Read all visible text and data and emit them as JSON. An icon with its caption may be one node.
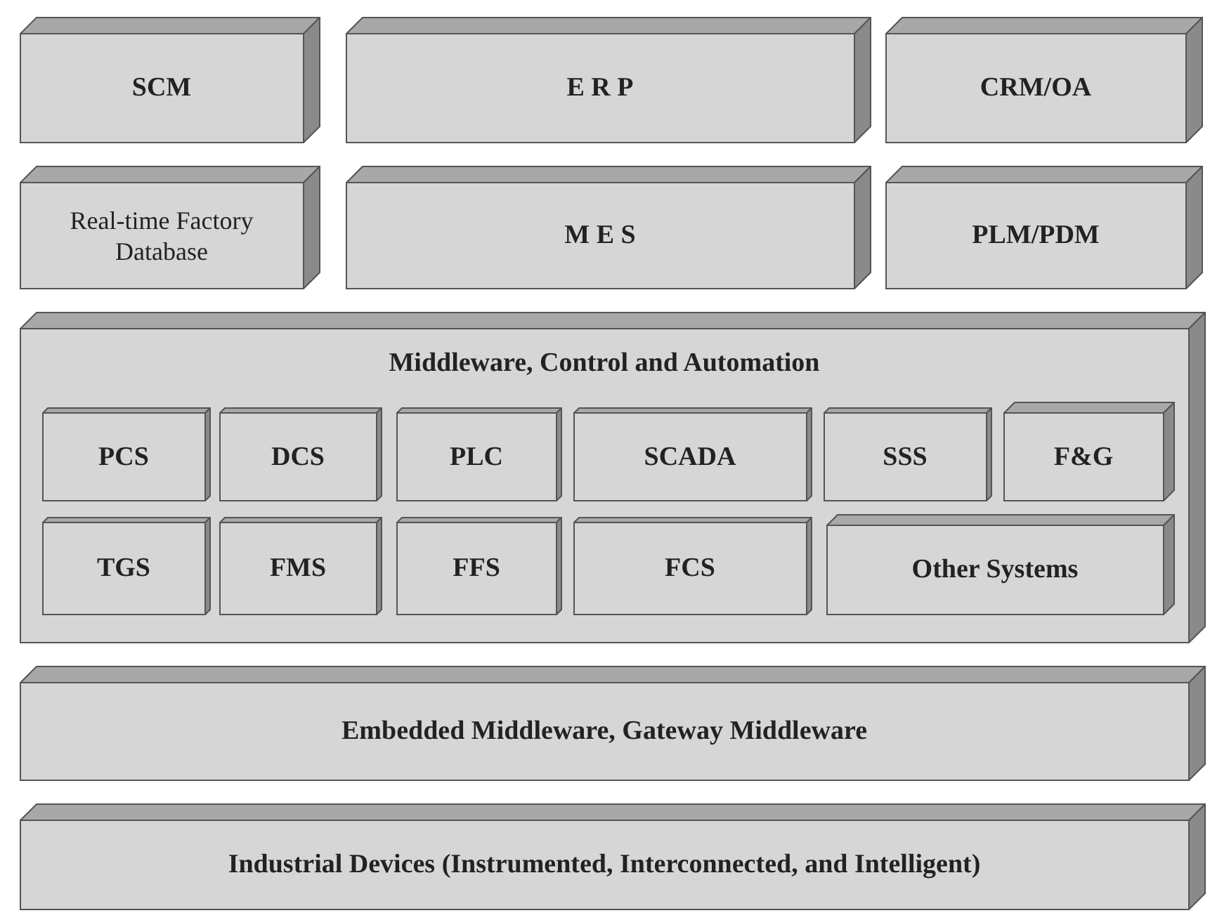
{
  "diagram": {
    "nodes": [
      {
        "text": [
          "SCM"
        ]
      },
      {
        "text": [
          "E R P"
        ]
      },
      {
        "text": [
          "CRM/OA"
        ]
      },
      {
        "text": [
          "Real-time Factory Database"
        ]
      },
      {
        "text": [
          "M E S"
        ]
      },
      {
        "text": [
          "PLM/PDM"
        ]
      },
      {
        "text": [
          "Middleware, Control and Automation"
        ]
      },
      {
        "text": [
          "PCS"
        ],
        "in": 6
      },
      {
        "text": [
          "DCS"
        ],
        "in": 6
      },
      {
        "text": [
          "PLC"
        ],
        "in": 6
      },
      {
        "text": [
          "SCADA"
        ],
        "in": 6
      },
      {
        "text": [
          "SSS"
        ],
        "in": 6
      },
      {
        "text": [
          "F&G"
        ],
        "in": 6
      },
      {
        "text": [
          "TGS"
        ],
        "in": 6
      },
      {
        "text": [
          "FMS"
        ],
        "in": 6
      },
      {
        "text": [
          "FFS"
        ],
        "in": 6
      },
      {
        "text": [
          "FCS"
        ],
        "in": 6
      },
      {
        "text": [
          "Other Systems"
        ],
        "in": 6
      },
      {
        "text": [
          "Embedded Middleware, Gateway Middleware"
        ]
      },
      {
        "text": [
          "Industrial Devices (Instrumented, Interconnected, and Intelligent)"
        ]
      }
    ]
  }
}
